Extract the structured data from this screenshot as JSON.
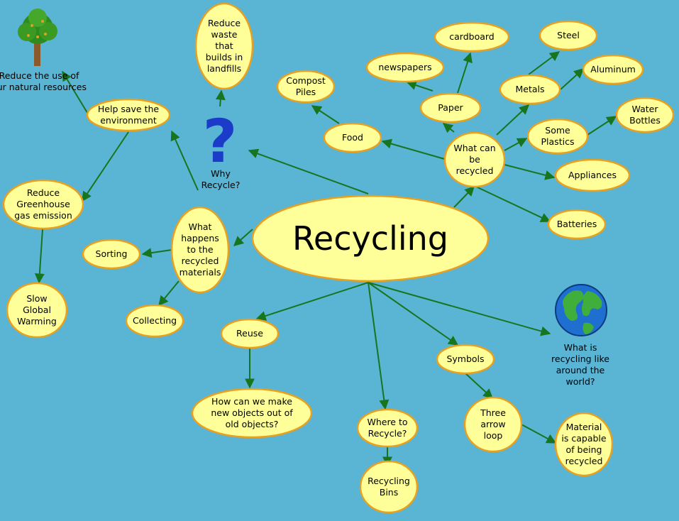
{
  "colors": {
    "background": "#5ab4d4",
    "node_fill": "#ffff99",
    "node_border": "#e8a020",
    "connector": "#16751e",
    "question_mark": "#1a3cc8"
  },
  "title": "Recycling",
  "nodes": {
    "recycling": "Recycling",
    "what_can_be_recycled": "What can be recycled",
    "paper": "Paper",
    "newspapers": "newspapers",
    "cardboard": "cardboard",
    "metals": "Metals",
    "steel": "Steel",
    "aluminum": "Aluminum",
    "compost_piles": "Compost Piles",
    "food": "Food",
    "some_plastics": "Some Plastics",
    "water_bottles": "Water Bottles",
    "appliances": "Appliances",
    "batteries": "Batteries",
    "reduce_waste": "Reduce waste that builds in landfills",
    "help_save_environment": "Help save the environment",
    "reduce_greenhouse": "Reduce Greenhouse gas emission",
    "slow_global_warming": "Slow Global Warming",
    "what_happens": "What happens to the recycled materials",
    "sorting": "Sorting",
    "collecting": "Collecting",
    "reuse": "Reuse",
    "new_objects": "How can we make new objects out of old objects?",
    "where_to_recycle": "Where to Recycle?",
    "recycling_bins": "Recycling Bins",
    "symbols": "Symbols",
    "three_arrow_loop": "Three arrow loop",
    "material_capable": "Material is capable of being recycled"
  },
  "labels": {
    "reduce_natural_resources": "Reduce the use of our natural resources",
    "why_recycle": "Why Recycle?",
    "around_the_world": "What is recycling like around the world?"
  },
  "icons": {
    "tree": "tree-icon",
    "question_mark": "question-mark-icon",
    "globe": "globe-icon"
  }
}
